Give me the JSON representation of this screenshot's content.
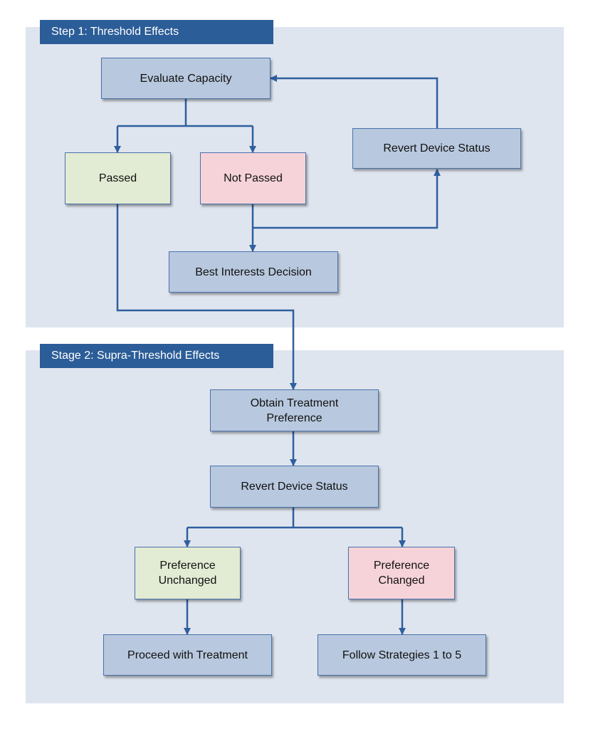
{
  "stage1": {
    "header": "Step 1: Threshold Effects",
    "nodes": {
      "evaluate_capacity": "Evaluate Capacity",
      "passed": "Passed",
      "not_passed": "Not Passed",
      "revert_device_status": "Revert Device Status",
      "best_interests_decision": "Best Interests Decision"
    }
  },
  "stage2": {
    "header": "Stage 2: Supra-Threshold Effects",
    "nodes": {
      "obtain_treatment_preference": "Obtain Treatment\nPreference",
      "revert_device_status": "Revert Device Status",
      "preference_unchanged": "Preference\nUnchanged",
      "preference_changed": "Preference\nChanged",
      "proceed_with_treatment": "Proceed with Treatment",
      "follow_strategies": "Follow Strategies 1 to 5"
    }
  },
  "colors": {
    "panel": "#dfe5ef",
    "header": "#2b5d98",
    "node_blue": "#b8c8de",
    "node_green": "#e2ebd3",
    "node_pink": "#f6d3d9",
    "connector": "#2f5f9e"
  }
}
